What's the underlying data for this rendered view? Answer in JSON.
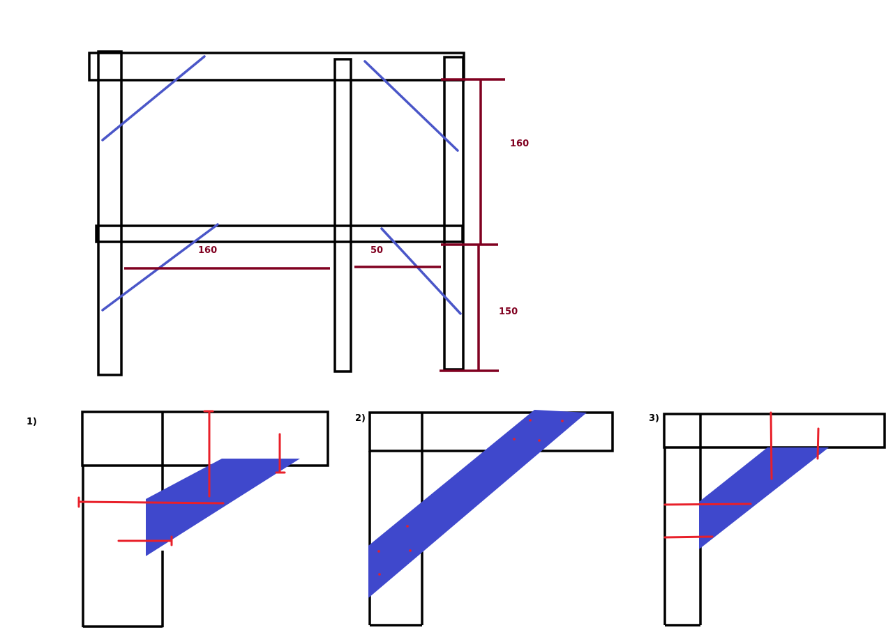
{
  "colors": {
    "frame": "#000000",
    "brace": "#4a56c8",
    "gusset": "#3f48cc",
    "dimension": "#800020",
    "marker": "#e8202a"
  },
  "frame": {
    "dimensions": {
      "upper_height": "160",
      "lower_height": "150",
      "left_bay_width": "160",
      "right_bay_width": "50"
    }
  },
  "variants": [
    {
      "label": "1)"
    },
    {
      "label": "2)"
    },
    {
      "label": "3)"
    }
  ]
}
